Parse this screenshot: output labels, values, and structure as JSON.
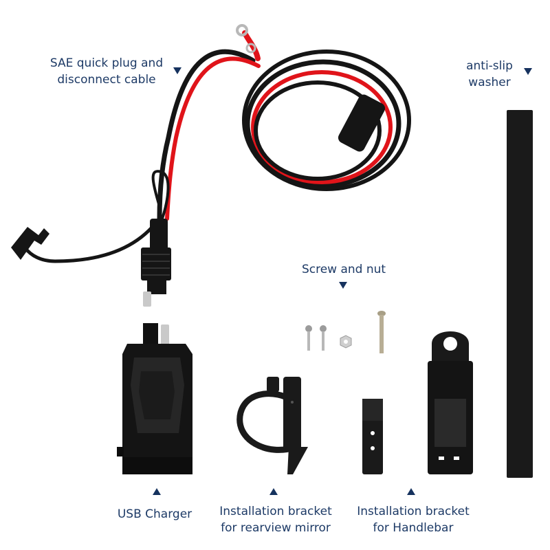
{
  "labels": {
    "sae_line1": "SAE quick plug and",
    "sae_line2": "disconnect cable",
    "washer_line1": "anti-slip",
    "washer_line2": "washer",
    "screw": "Screw and nut",
    "usb": "USB Charger",
    "mirror_line1": "Installation bracket",
    "mirror_line2": "for rearview mirror",
    "handlebar_line1": "Installation bracket",
    "handlebar_line2": "for Handlebar"
  },
  "colors": {
    "label_text": "#1d3a66",
    "arrow": "#16325e",
    "cable_red": "#e0141a",
    "cable_black": "#151515",
    "hardware_black": "#1a1a1a",
    "steel": "#b8b8b8"
  },
  "icons": {
    "label_pointer": "triangle-arrow-icon"
  }
}
